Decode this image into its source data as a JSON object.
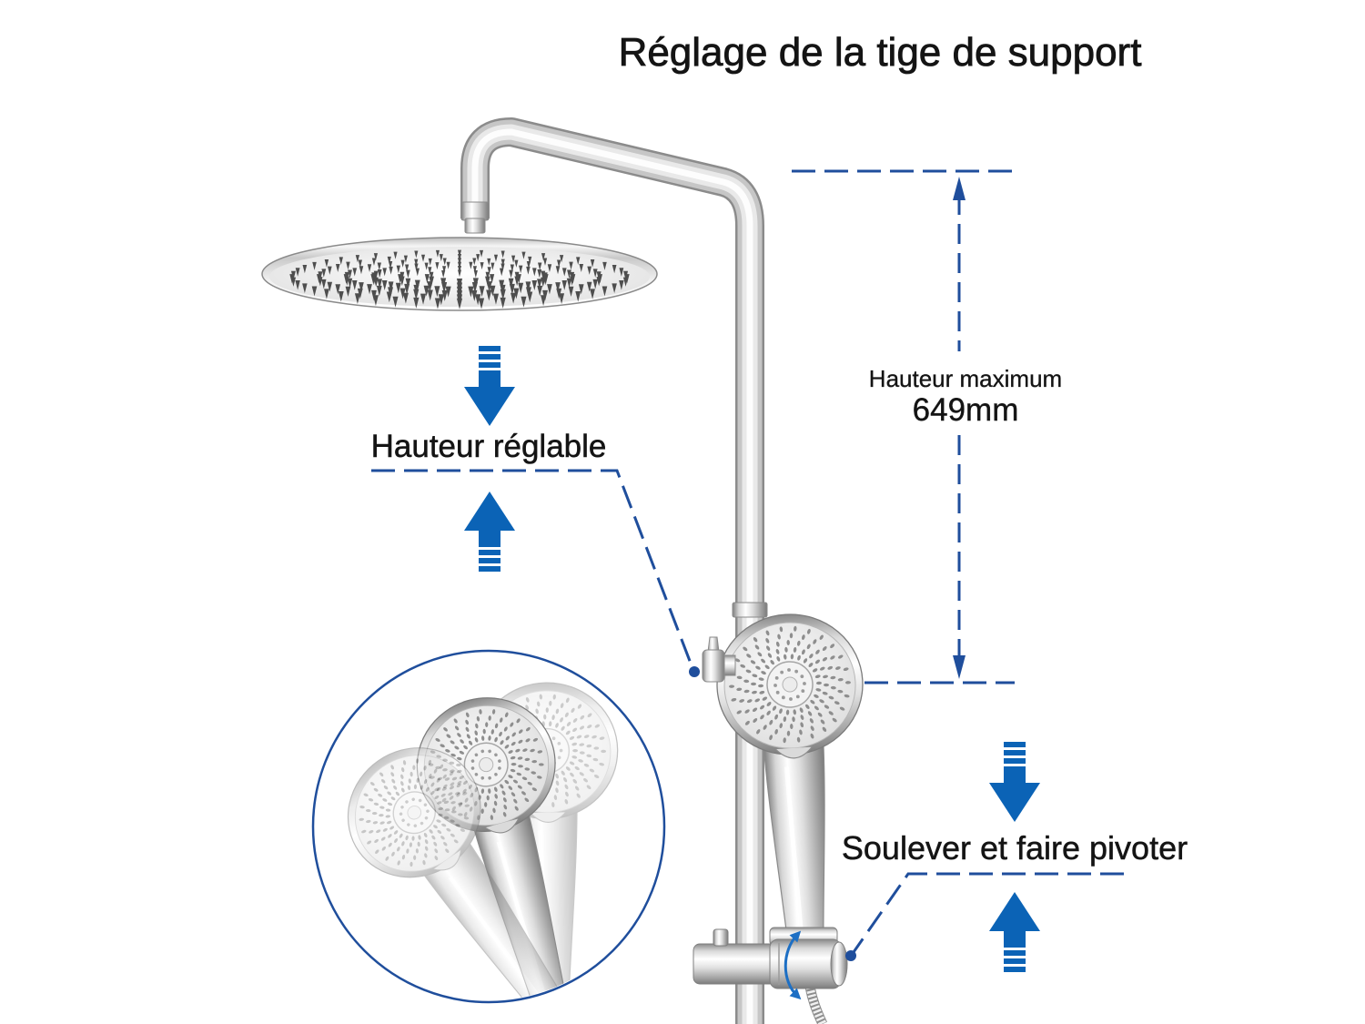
{
  "title": "Réglage de la tige de support",
  "labels": {
    "adjustable_height": "Hauteur réglable",
    "max_height_caption": "Hauteur maximum",
    "max_height_value": "649mm",
    "lift_and_rotate": "Soulever et faire pivoter"
  },
  "colors": {
    "text": "#141414",
    "arrow_blue": "#0b63b6",
    "guide_blue": "#1f4e9c",
    "rotate_blue": "#1d6fc4",
    "background": "#ffffff"
  },
  "icons": {
    "down": "arrow-down-icon",
    "up": "arrow-up-icon",
    "rotate": "rotate-arrow-icon"
  }
}
